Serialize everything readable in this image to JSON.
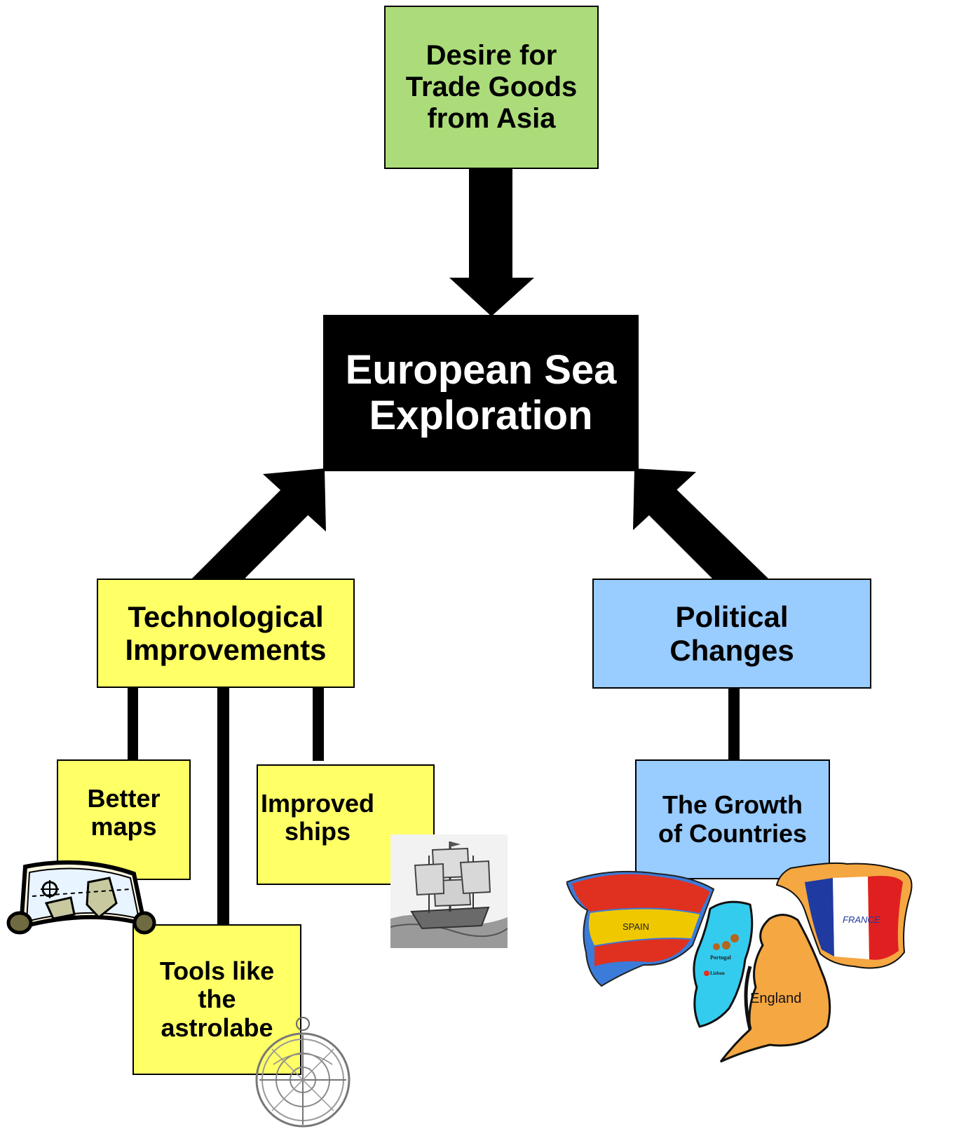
{
  "diagram": {
    "top_box": {
      "lines": [
        "Desire for",
        "Trade Goods",
        "from Asia"
      ]
    },
    "center_box": {
      "lines": [
        "European Sea",
        "Exploration"
      ]
    },
    "left_box": {
      "lines": [
        "Technological",
        "Improvements"
      ]
    },
    "right_box": {
      "lines": [
        "Political",
        "Changes"
      ]
    },
    "maps_box": {
      "lines": [
        "Better",
        "maps"
      ]
    },
    "ships_box": {
      "lines": [
        "Improved",
        "ships"
      ]
    },
    "tools_box": {
      "lines": [
        "Tools like",
        "the",
        "astrolabe"
      ]
    },
    "growth_box": {
      "lines": [
        "The Growth",
        "of Countries"
      ]
    },
    "map_labels": {
      "spain": "SPAIN",
      "portugal": "Portugal",
      "lisbon": "Lisbon",
      "england": "England",
      "france": "FRANCE"
    }
  },
  "colors": {
    "green": "#acdc7a",
    "yellow": "#ffff66",
    "blue": "#99ccff",
    "black": "#000000"
  },
  "icons": [
    "scroll-map-icon",
    "sailing-ship-icon",
    "astrolabe-icon",
    "country-maps-icon"
  ]
}
